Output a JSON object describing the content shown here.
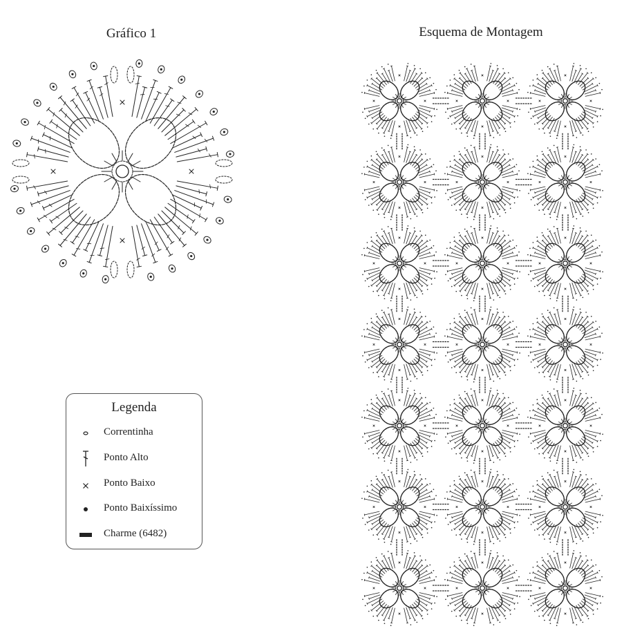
{
  "grafico": {
    "title": "Gráfico 1"
  },
  "esquema": {
    "title": "Esquema de Montagem",
    "rows": 7,
    "columns": 3
  },
  "legenda": {
    "title": "Legenda",
    "items": [
      {
        "symbol": "chain-icon",
        "label": "Correntinha"
      },
      {
        "symbol": "double-crochet-icon",
        "label": "Ponto Alto"
      },
      {
        "symbol": "single-crochet-icon",
        "label": "Ponto Baixo"
      },
      {
        "symbol": "slip-stitch-icon",
        "label": "Ponto Baixíssimo"
      },
      {
        "symbol": "charm-bead-icon",
        "label": "Charme (6482)"
      }
    ]
  },
  "colors": {
    "ink": "#222222"
  }
}
